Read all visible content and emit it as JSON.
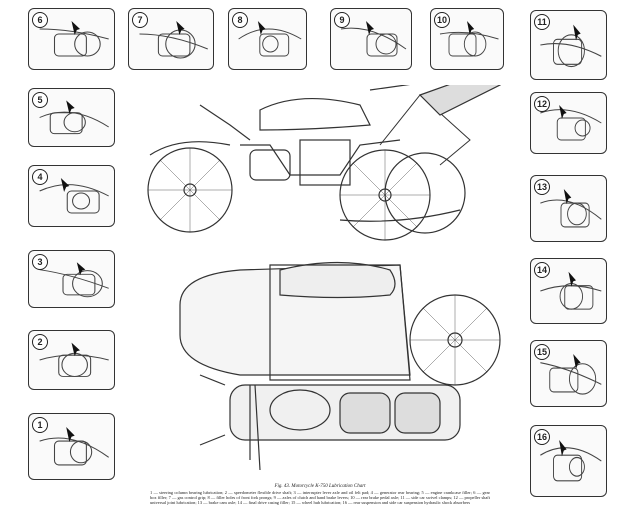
{
  "callouts": [
    "1",
    "2",
    "3",
    "4",
    "5",
    "6",
    "7",
    "8",
    "9",
    "10",
    "11",
    "12",
    "13",
    "14",
    "15",
    "16"
  ],
  "caption": {
    "title": "Fig. 43. Motorcycle K-750 Lubrication Chart",
    "text": "1 — steering column bearing lubrication; 2 — speedometer flexible drive shaft; 3 — interrupter lever axle and oil felt pad; 4 — generator rear bearing; 5 — engine crankcase filler; 6 — gear box filler; 7 — gas control grip; 8 — filler holes of front fork prongs; 9 — axles of clutch and hand brake levers; 10 — rear brake pedal axle; 11 — side car swivel clamps; 12 — propeller shaft universal joint lubrication; 13 — brake cam axle; 14 — final drive casing filler; 15 — wheel hub lubrication; 16 — rear suspension and side car suspension hydraulic shock absorbers"
  }
}
